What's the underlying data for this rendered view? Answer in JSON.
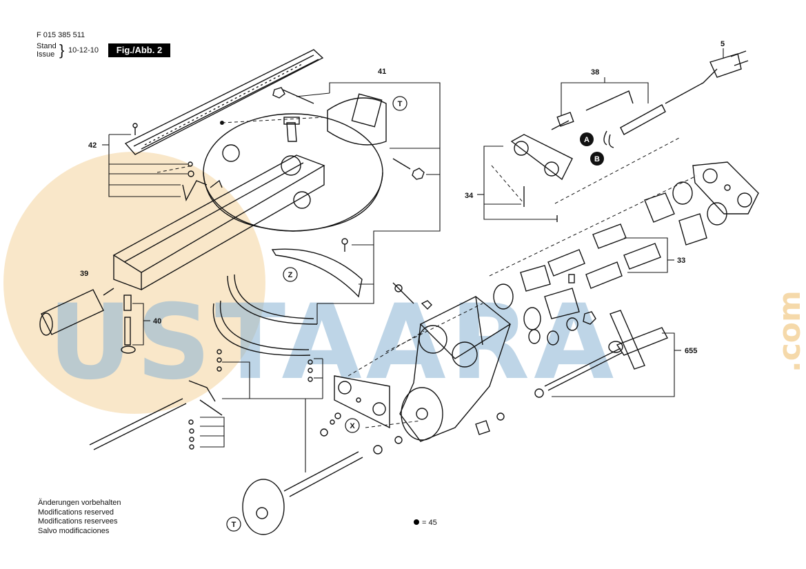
{
  "header": {
    "doc_number": "F 015 385 511",
    "stand_label": "Stand",
    "issue_label": "Issue",
    "brace": "}",
    "date": "10-12-10",
    "figure_label": "Fig./Abb. 2"
  },
  "notes": [
    "Änderungen vorbehalten",
    "Modifications reserved",
    "Modifications reservees",
    "Salvo modificaciones"
  ],
  "legend": {
    "symbol": "bullet",
    "text": "= 45"
  },
  "watermark": {
    "text": "USTAARA",
    "suffix": ".com",
    "primary_color": "#8ab4d4",
    "accent_color": "#f2c987"
  },
  "part_numbers": [
    "41",
    "42",
    "39",
    "40",
    "38",
    "5",
    "34",
    "33",
    "655"
  ],
  "detail_markers": [
    "T",
    "Z",
    "X",
    "A",
    "B",
    "T"
  ],
  "colors": {
    "line": "#111111",
    "badge_bg": "#000000",
    "badge_text": "#ffffff"
  }
}
